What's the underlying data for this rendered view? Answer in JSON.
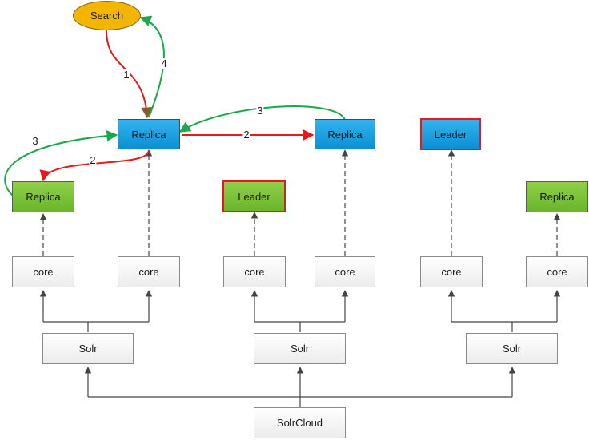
{
  "nodes": {
    "search": "Search",
    "replica_top_left": "Replica",
    "replica_top_mid": "Replica",
    "leader_top_right": "Leader",
    "replica_left": "Replica",
    "leader_mid": "Leader",
    "replica_right": "Replica",
    "core_1": "core",
    "core_2": "core",
    "core_3": "core",
    "core_4": "core",
    "core_5": "core",
    "core_6": "core",
    "solr_1": "Solr",
    "solr_2": "Solr",
    "solr_3": "Solr",
    "solrcloud": "SolrCloud"
  },
  "edge_labels": {
    "search_to_replica": "1",
    "replica_to_search": "4",
    "top_replica_to_replica": "2",
    "mid_replica_to_replica": "3",
    "replica_to_left_replica": "2",
    "left_replica_to_replica": "3"
  },
  "colors": {
    "request_arrow": "#e31b1b",
    "response_arrow": "#1aa84a",
    "structure_line": "#444444",
    "replica_blue": "#1a9fe0",
    "replica_green": "#7cc33a",
    "leader_border": "#e31b1b",
    "search_fill": "#f3b500"
  }
}
